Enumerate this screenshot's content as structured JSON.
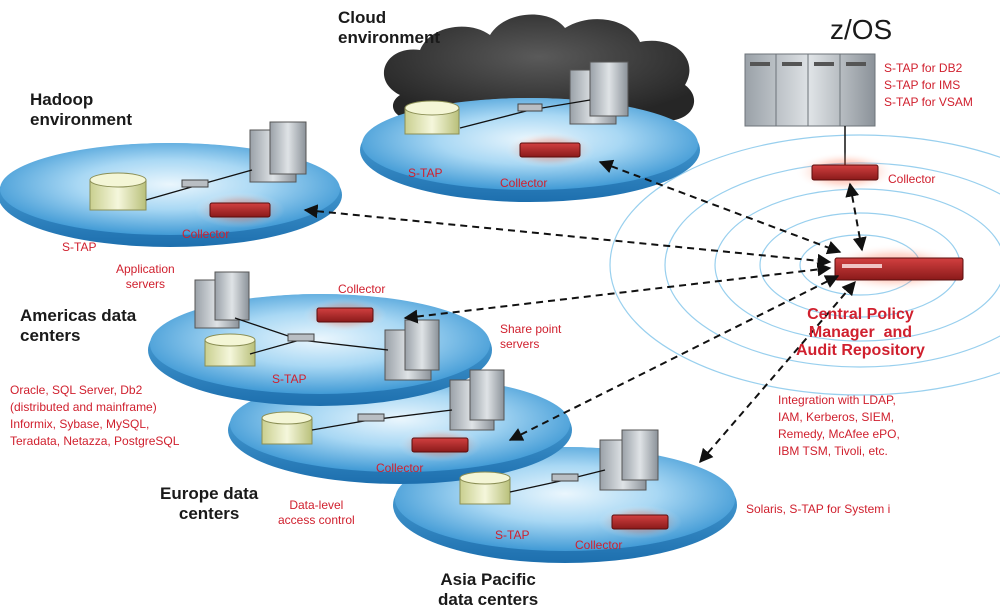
{
  "environments": {
    "cloud": "Cloud\nenvironment",
    "hadoop": "Hadoop\nenvironment",
    "americas": "Americas data\ncenters",
    "europe": "Europe data\ncenters",
    "asia": "Asia Pacific\ndata centers",
    "zos": "z/OS"
  },
  "labels": {
    "stap_cloud": "S-TAP",
    "collector_cloud": "Collector",
    "stap_hadoop": "S-TAP",
    "collector_hadoop": "Collector",
    "collector_zos": "Collector",
    "app_servers": "Application\nservers",
    "collector_americas": "Collector",
    "share_point": "Share point\nservers",
    "stap_americas": "S-TAP",
    "collector_europe": "Collector",
    "stap_asia": "S-TAP",
    "collector_asia": "Collector",
    "data_level": "Data-level\naccess control",
    "solaris": "Solaris, S-TAP for System i",
    "zos_taps": "S-TAP for DB2\nS-TAP for IMS\nS-TAP for VSAM",
    "databases": "Oracle, SQL Server, Db2\n(distributed and mainframe)\nInformix, Sybase, MySQL,\nTeradata, Netazza, PostgreSQL",
    "integration": "Integration with LDAP,\nIAM, Kerberos, SIEM,\nRemedy, McAfee ePO,\nIBM TSM, Tivoli, etc.",
    "cpm": "Central Policy\nManager  and\nAudit Repository"
  },
  "colors": {
    "red_text": "#d0202e",
    "platform_blue": "#3a9ed8",
    "dashed_line": "#111111"
  }
}
